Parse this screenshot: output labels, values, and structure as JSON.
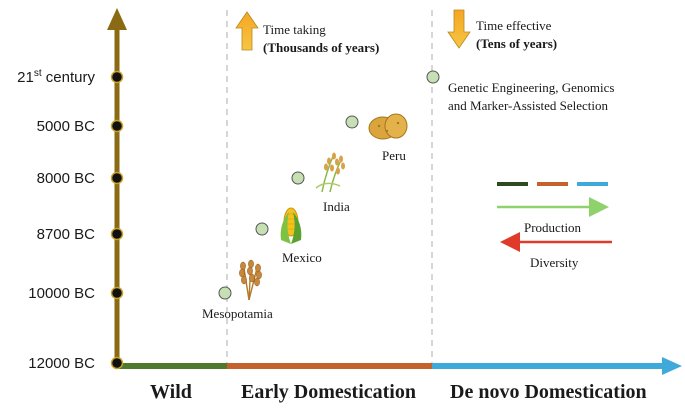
{
  "time_axis": {
    "ticks": [
      {
        "label": "21",
        "sup": "st",
        "suffix": " century"
      },
      {
        "label": "5000 BC"
      },
      {
        "label": "8000 BC"
      },
      {
        "label": "8700 BC"
      },
      {
        "label": "10000 BC"
      },
      {
        "label": "12000 BC"
      }
    ]
  },
  "eras": [
    {
      "label": "Wild",
      "color": "#4e7a2d"
    },
    {
      "label": "Early Domestication",
      "color": "#c4622d"
    },
    {
      "label": "De novo Domestication",
      "color": "#3fa9d9"
    }
  ],
  "sites": [
    {
      "label": "Mesopotamia",
      "crop_icon": "wheat-icon"
    },
    {
      "label": "Mexico",
      "crop_icon": "corn-icon"
    },
    {
      "label": "India",
      "crop_icon": "rice-icon"
    },
    {
      "label": "Peru",
      "crop_icon": "potato-icon"
    }
  ],
  "modern": {
    "line1": "Genetic Engineering, Genomics",
    "line2": "and Marker-Assisted Selection"
  },
  "time_taking": {
    "line1": "Time taking",
    "line2": "(Thousands of years)"
  },
  "time_effective": {
    "line1": "Time effective",
    "line2": "(Tens of years)"
  },
  "legend": {
    "swatch_colors": [
      "#2f4a1e",
      "#c4622d",
      "#3fa9d9"
    ],
    "production": {
      "label": "Production",
      "color": "#8fd16a"
    },
    "diversity": {
      "label": "Diversity",
      "color": "#e03a2a"
    }
  },
  "colors": {
    "axis": "#8a6a12",
    "dot_fill": "#c6e0b4",
    "divider": "#bfbfbf"
  }
}
